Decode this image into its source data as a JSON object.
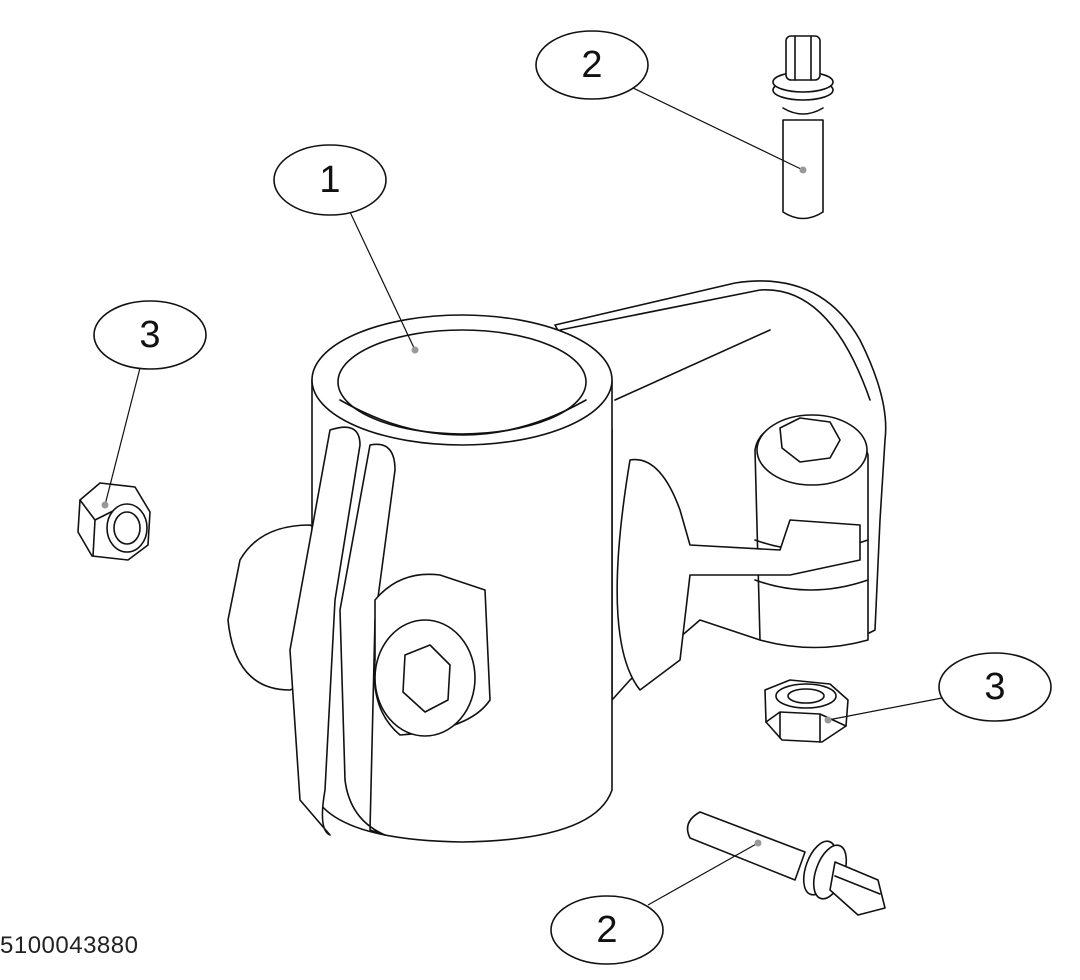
{
  "callouts": [
    {
      "id": "bolt-top",
      "label": "2"
    },
    {
      "id": "clamp-body",
      "label": "1"
    },
    {
      "id": "nut-left",
      "label": "3"
    },
    {
      "id": "nut-right",
      "label": "3"
    },
    {
      "id": "bolt-bottom",
      "label": "2"
    }
  ],
  "part_number": "5100043880"
}
